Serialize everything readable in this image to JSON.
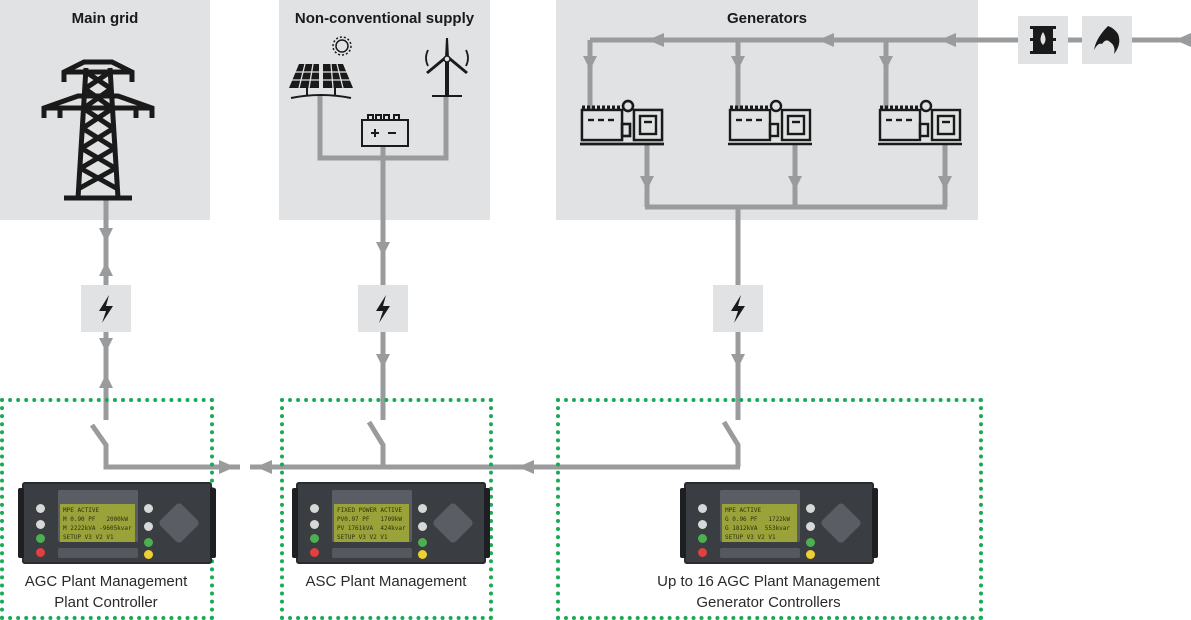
{
  "panels": {
    "main_grid": {
      "title": "Main grid"
    },
    "non_conventional": {
      "title": "Non-conventional supply"
    },
    "generators": {
      "title": "Generators"
    }
  },
  "fuel_icons": [
    "oil-barrel-icon",
    "gas-flame-icon"
  ],
  "zones": [
    {
      "caption_line1": "AGC Plant Management",
      "caption_line2": "Plant Controller",
      "display": [
        "MPE ACTIVE",
        "M 0.90 PF   2000kW",
        "M 2222kVA -9605kvar",
        "SETUP V3 V2 V1"
      ]
    },
    {
      "caption_line1": "ASC Plant Management",
      "caption_line2": "",
      "display": [
        "FIXED POWER ACTIVE",
        "PV0.97 PF   1709kW",
        "PV 1761kVA  424kvar",
        "SETUP V3 V2 V1"
      ]
    },
    {
      "caption_line1": "Up to 16 AGC Plant Management",
      "caption_line2": "Generator Controllers",
      "display": [
        "MPE ACTIVE",
        "G 0.96 PF   1722kW",
        "G 1812kVA  553kvar",
        "SETUP V3 V2 V1"
      ]
    }
  ],
  "colors": {
    "panel": "#e1e2e3",
    "line": "#9a9b9d",
    "zone_dots": "#1aaa55",
    "icon": "#1a1a1a"
  }
}
